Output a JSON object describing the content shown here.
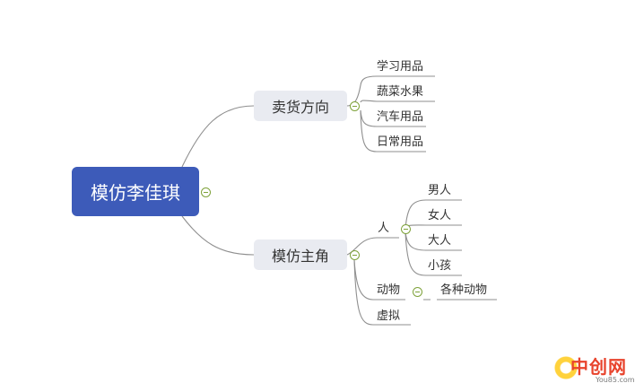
{
  "root": "模仿李佳琪",
  "branches": {
    "goods": {
      "label": "卖货方向",
      "items": [
        "学习用品",
        "蔬菜水果",
        "汽车用品",
        "日常用品"
      ]
    },
    "imitate": {
      "label": "模仿主角",
      "people": {
        "label": "人",
        "items": [
          "男人",
          "女人",
          "大人",
          "小孩"
        ]
      },
      "animals": {
        "label": "动物",
        "child": "各种动物"
      },
      "virtual": "虚拟"
    }
  },
  "watermark": {
    "brand": "中创网",
    "domain": "You85.com"
  },
  "colors": {
    "root": "#3d5bb9",
    "node": "#e9ebf1",
    "line": "#8a8a8a",
    "toggle": "#7ea23a",
    "brand": "#e8432c"
  }
}
